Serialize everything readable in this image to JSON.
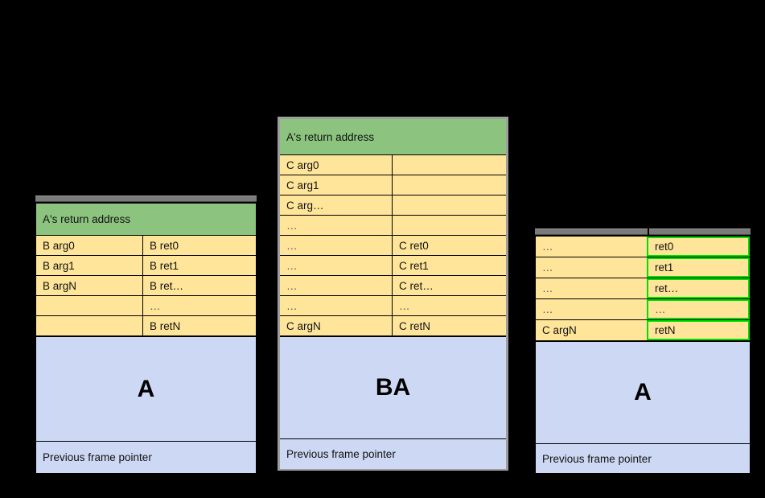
{
  "background_color": "#000000",
  "palette": {
    "header_green": "#8cc47f",
    "cell_yellow": "#ffe599",
    "frame_blue": "#cdd9f4",
    "highlight_green": "#00e000",
    "outline_grey": "#9e9e9e",
    "topbar_grey": "#7a7a7a",
    "text": "#111111"
  },
  "diagrams": [
    {
      "id": "left",
      "name": "stack-frame-b-calls-a",
      "header": "A's return address",
      "has_topbar": true,
      "topbar_segments": 1,
      "outlined": false,
      "rows": [
        {
          "left": "B arg0",
          "right": "B ret0",
          "left_dim": false,
          "right_dim": false,
          "right_highlight": false
        },
        {
          "left": "B arg1",
          "right": "B ret1",
          "left_dim": false,
          "right_dim": false,
          "right_highlight": false
        },
        {
          "left": "B argN",
          "right": "B ret…",
          "left_dim": false,
          "right_dim": false,
          "right_highlight": false
        },
        {
          "left": "",
          "right": "…",
          "left_dim": false,
          "right_dim": true,
          "right_highlight": false
        },
        {
          "left": "",
          "right": "B retN",
          "left_dim": false,
          "right_dim": false,
          "right_highlight": false
        }
      ],
      "body_label": "A",
      "footer": "Previous frame pointer"
    },
    {
      "id": "middle",
      "name": "stack-frame-c-calls-ba",
      "header": "A's return address",
      "has_topbar": false,
      "topbar_segments": 0,
      "outlined": true,
      "rows": [
        {
          "left": "C arg0",
          "right": "",
          "left_dim": false,
          "right_dim": false,
          "right_highlight": false
        },
        {
          "left": "C arg1",
          "right": "",
          "left_dim": false,
          "right_dim": false,
          "right_highlight": false
        },
        {
          "left": "C arg…",
          "right": "",
          "left_dim": false,
          "right_dim": false,
          "right_highlight": false
        },
        {
          "left": "…",
          "right": "",
          "left_dim": true,
          "right_dim": false,
          "right_highlight": false
        },
        {
          "left": "…",
          "right": "C ret0",
          "left_dim": true,
          "right_dim": false,
          "right_highlight": false
        },
        {
          "left": "…",
          "right": "C ret1",
          "left_dim": true,
          "right_dim": false,
          "right_highlight": false
        },
        {
          "left": "…",
          "right": "C ret…",
          "left_dim": true,
          "right_dim": false,
          "right_highlight": false
        },
        {
          "left": "…",
          "right": "…",
          "left_dim": true,
          "right_dim": true,
          "right_highlight": false
        },
        {
          "left": "C argN",
          "right": "C retN",
          "left_dim": false,
          "right_dim": false,
          "right_highlight": false
        }
      ],
      "body_label": "BA",
      "footer": "Previous frame pointer"
    },
    {
      "id": "right",
      "name": "stack-frame-a-returns",
      "header": "",
      "has_topbar": true,
      "topbar_segments": 2,
      "outlined": false,
      "rows": [
        {
          "left": "…",
          "right": "ret0",
          "left_dim": true,
          "right_dim": false,
          "right_highlight": true
        },
        {
          "left": "…",
          "right": "ret1",
          "left_dim": true,
          "right_dim": false,
          "right_highlight": true
        },
        {
          "left": "…",
          "right": "ret…",
          "left_dim": true,
          "right_dim": false,
          "right_highlight": true
        },
        {
          "left": "…",
          "right": "…",
          "left_dim": true,
          "right_dim": true,
          "right_highlight": true
        },
        {
          "left": "C argN",
          "right": "retN",
          "left_dim": false,
          "right_dim": false,
          "right_highlight": true
        }
      ],
      "body_label": "A",
      "footer": "Previous frame pointer"
    }
  ]
}
